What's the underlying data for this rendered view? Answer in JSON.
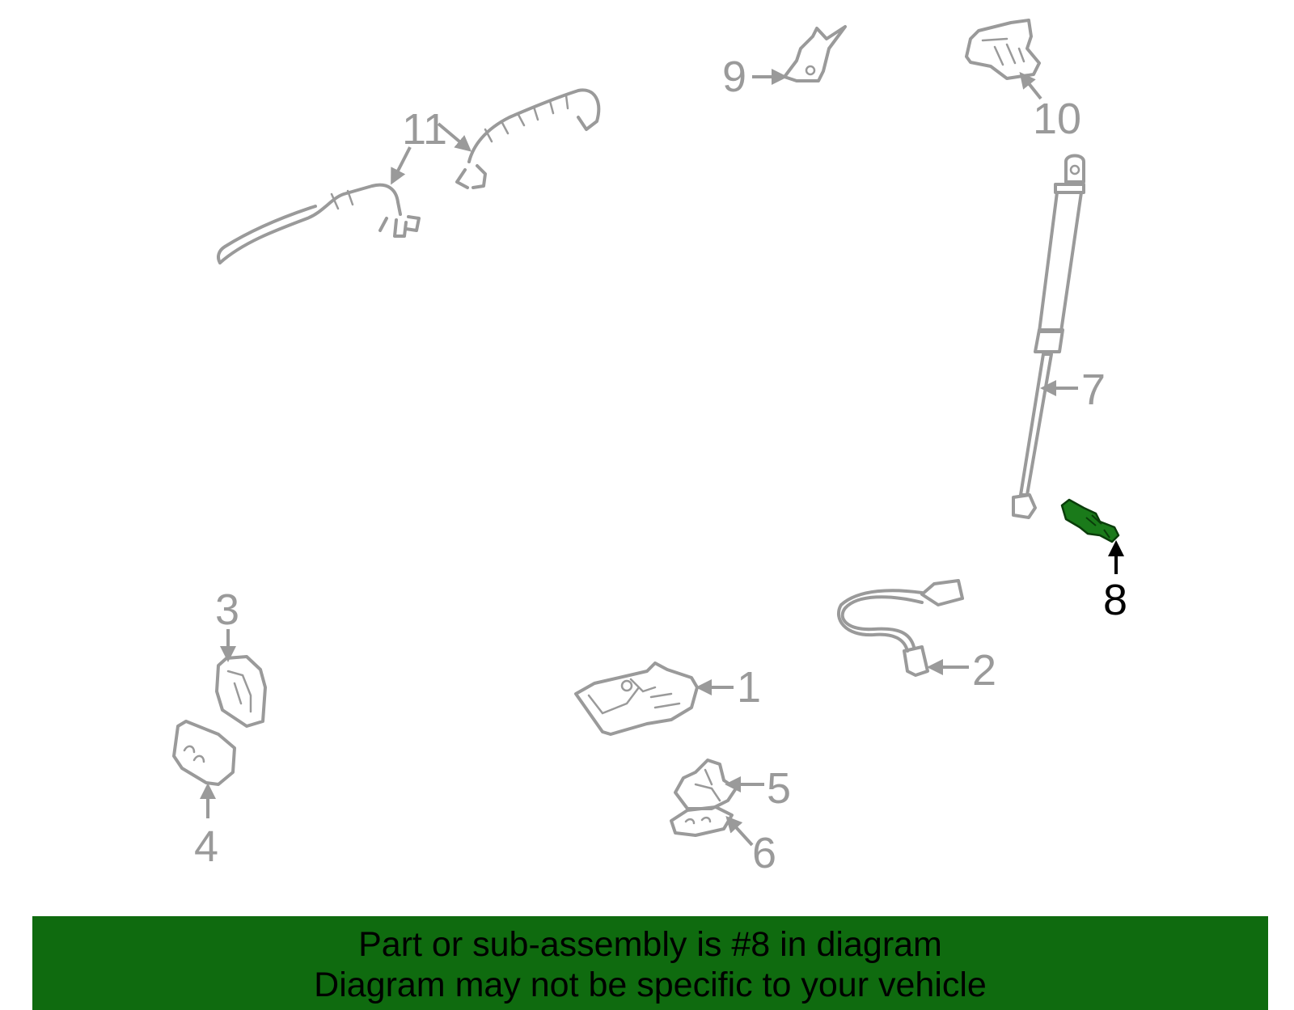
{
  "colors": {
    "line": "#9a9a9a",
    "highlight_fill": "#1a7a1a",
    "highlight_label": "#000000",
    "banner_bg": "#0f6b0f",
    "banner_text": "#000000"
  },
  "callouts": [
    "1",
    "2",
    "3",
    "4",
    "5",
    "6",
    "7",
    "8",
    "9",
    "10",
    "11"
  ],
  "highlighted_part": "8",
  "banner": {
    "line1": "Part or sub-assembly is #8 in diagram",
    "line2": "Diagram may not be specific to your vehicle"
  }
}
